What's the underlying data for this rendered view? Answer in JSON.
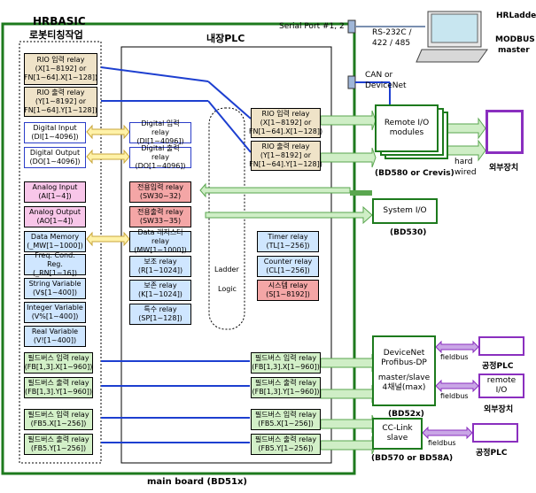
{
  "titles": {
    "hrbasic_1": "HRBASIC",
    "hrbasic_2": "로봇티칭작업",
    "plc": "내장PLC",
    "main_board": "main board (BD51x)"
  },
  "left_column": [
    {
      "l1": "RIO 입력 relay",
      "l2": "(X[1~8192] or",
      "l3": "FN[1~64].X[1~128])"
    },
    {
      "l1": "RIO 출력 relay",
      "l2": "(Y[1~8192] or",
      "l3": "FN[1~64].Y[1~128])"
    },
    {
      "l1": "Digital Input",
      "l2": "(DI[1~4096])"
    },
    {
      "l1": "Digital Output",
      "l2": "(DO[1~4096])"
    },
    {
      "l1": "Analog Input",
      "l2": "(AI[1~4])"
    },
    {
      "l1": "Analog Output",
      "l2": "(AO[1~4])"
    },
    {
      "l1": "Data Memory",
      "l2": "(_MW[1~1000])"
    },
    {
      "l1": "Freq. Cond. Reg.",
      "l2": "(_RN[1~16])"
    },
    {
      "l1": "String Variable",
      "l2": "(V$[1~400])"
    },
    {
      "l1": "Integer Variable",
      "l2": "(V%[1~400])"
    },
    {
      "l1": "Real Variable",
      "l2": "(V![1~400])"
    },
    {
      "l1": "필드버스 입력 relay",
      "l2": "(FB[1,3].X[1~960])"
    },
    {
      "l1": "필드버스 출력 relay",
      "l2": "(FB[1,3].Y[1~960])"
    },
    {
      "l1": "필드버스 입력 relay",
      "l2": "(FB5.X[1~256])"
    },
    {
      "l1": "필드버스 출력 relay",
      "l2": "(FB5.Y[1~256])"
    }
  ],
  "plc_column": [
    {
      "l1": "Digital 입력 relay",
      "l2": "(DI[1~4096])"
    },
    {
      "l1": "Digital 출력 relay",
      "l2": "(DO[1~4096])"
    },
    {
      "l1": "전용입력 relay",
      "l2": "(SW30~32)"
    },
    {
      "l1": "전용출력 relay",
      "l2": "(SW33~35)"
    },
    {
      "l1": "Data 레지스터 relay",
      "l2": "(MW[1~1000])"
    },
    {
      "l1": "보조 relay",
      "l2": "(R[1~1024])"
    },
    {
      "l1": "보존 relay",
      "l2": "(K[1~1024])"
    },
    {
      "l1": "특수 relay",
      "l2": "(SP[1~128])"
    }
  ],
  "ladder": {
    "l1": "Ladder",
    "l2": "Logic"
  },
  "plc_right": [
    {
      "l1": "RIO 입력 relay",
      "l2": "(X[1~8192] or",
      "l3": "FN[1~64].X[1~128])"
    },
    {
      "l1": "RIO 출력 relay",
      "l2": "(Y[1~8192] or",
      "l3": "FN[1~64].Y[1~128])"
    },
    {
      "l1": "Timer relay",
      "l2": "(TL[1~256])"
    },
    {
      "l1": "Counter relay",
      "l2": "(CL[1~256])"
    },
    {
      "l1": "시스템 relay",
      "l2": "(S[1~8192])"
    },
    {
      "l1": "필드버스 입력 relay",
      "l2": "(FB[1,3].X[1~960])"
    },
    {
      "l1": "필드버스 출력 relay",
      "l2": "(FB[1,3].Y[1~960])"
    },
    {
      "l1": "필드버스 입력 relay",
      "l2": "(FB5.X[1~256])"
    },
    {
      "l1": "필드버스 출력 relay",
      "l2": "(FB5.Y[1~256])"
    }
  ],
  "ports": {
    "serial": "Serial Port #1, 2",
    "rs_1": "RS-232C /",
    "rs_2": "422 / 485",
    "can_1": "CAN or",
    "can_2": "DeviceNet"
  },
  "pc": {
    "hrladder": "HRLadder",
    "modbus_1": "MODBUS",
    "modbus_2": "master"
  },
  "remote_io": {
    "l1": "Remote I/O",
    "l2": "modules",
    "caption": "(BD580 or Crevis)"
  },
  "hard_wired": {
    "l1": "hard",
    "l2": "wired"
  },
  "external_1": "외부장치",
  "system_io": {
    "label": "System I/O",
    "caption": "(BD530)"
  },
  "devicenet": {
    "l1": "DeviceNet",
    "l2": "Profibus-DP",
    "l3": "master/slave",
    "l4": "4채널(max)",
    "caption": "(BD52x)"
  },
  "cclink": {
    "l1": "CC-Link",
    "l2": "slave",
    "caption": "(BD570 or BD58A)"
  },
  "fieldbus": [
    "fieldbus",
    "fieldbus",
    "fieldbus"
  ],
  "plc_target": "공정PLC",
  "remote_io_target": {
    "l1": "remote",
    "l2": "I/O"
  },
  "external_2": "외부장치",
  "plc_target_2": "공정PLC"
}
